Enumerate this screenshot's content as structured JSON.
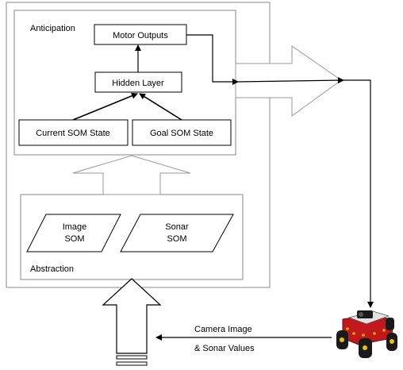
{
  "diagram": {
    "anticipation_label": "Anticipation",
    "abstraction_label": "Abstraction",
    "nodes": {
      "motor_outputs": "Motor Outputs",
      "hidden_layer": "Hidden Layer",
      "current_som_state": "Current SOM State",
      "goal_som_state": "Goal SOM State",
      "image_som": [
        "Image",
        "SOM"
      ],
      "sonar_som": [
        "Sonar",
        "SOM"
      ]
    },
    "input_label": [
      "Camera Image",
      "& Sonar Values"
    ],
    "robot_icon": "robot-icon"
  }
}
